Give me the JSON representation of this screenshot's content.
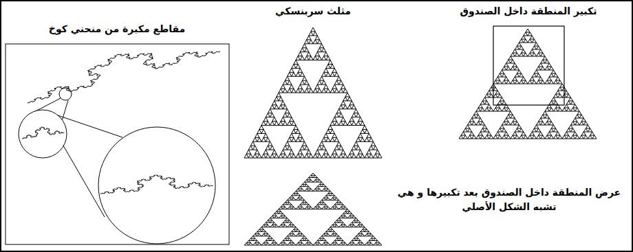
{
  "diagram": {
    "labels": [
      "مقاطع مكبرة من منحني كوخ",
      "مثلث سربنسكي",
      "تكبير المنطقة داخل الصندوق",
      "عرض المنطقة داخل الصندوق بعد تكبيرها و هي تشبه الشكل الأصلي"
    ]
  }
}
